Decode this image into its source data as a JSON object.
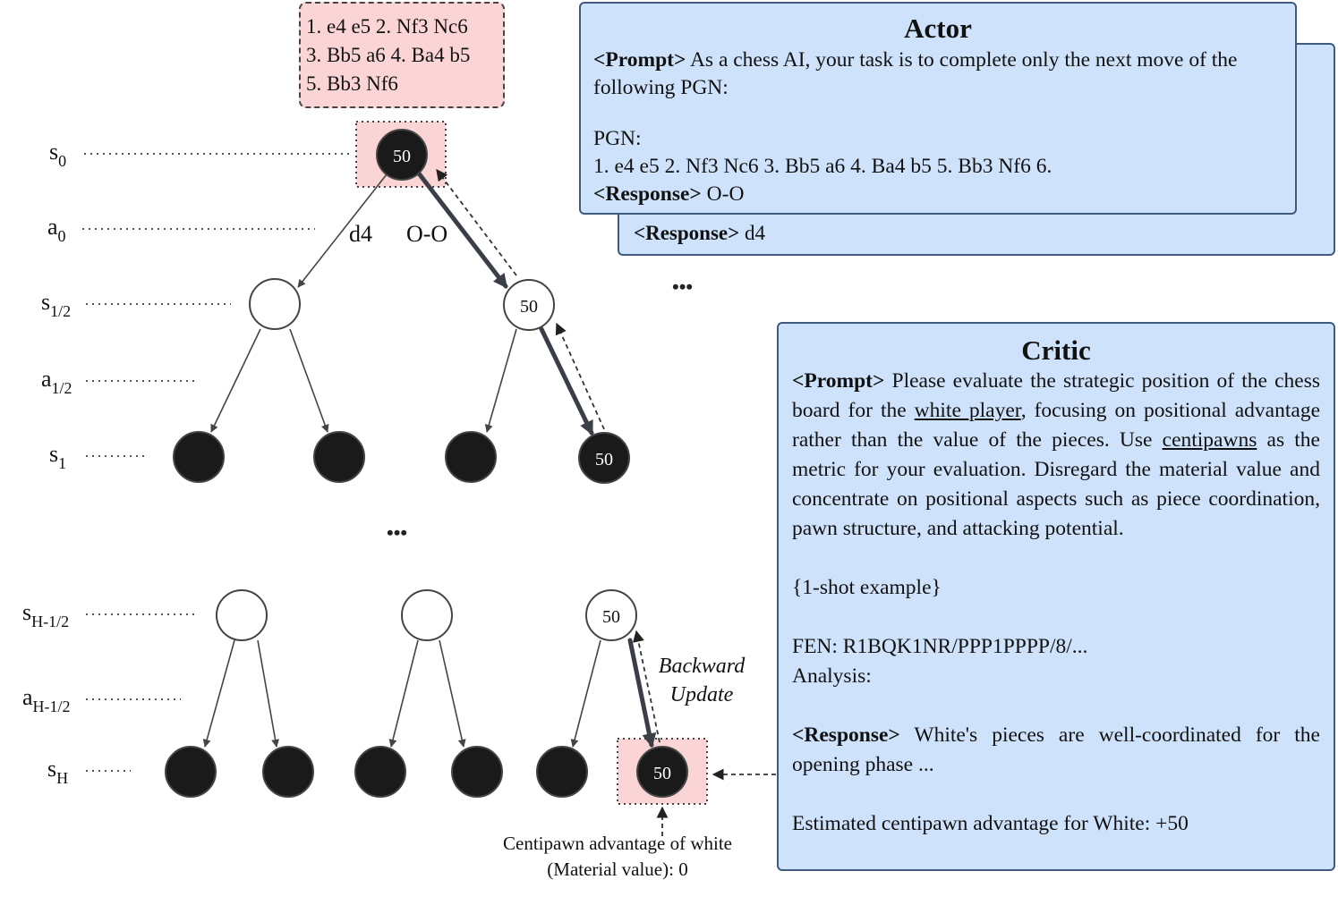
{
  "pgn_box": {
    "lines": [
      "1. e4 e5 2. Nf3 Nc6",
      "3. Bb5 a6 4. Ba4 b5",
      "5. Bb3 Nf6"
    ]
  },
  "tree": {
    "levels": [
      {
        "base": "s",
        "sub": "0"
      },
      {
        "base": "a",
        "sub": "0"
      },
      {
        "base": "s",
        "sub": "1/2"
      },
      {
        "base": "a",
        "sub": "1/2"
      },
      {
        "base": "s",
        "sub": "1"
      },
      {
        "base": "s",
        "sub": "H-1/2"
      },
      {
        "base": "a",
        "sub": "H-1/2"
      },
      {
        "base": "s",
        "sub": "H"
      }
    ],
    "node_value": "50",
    "move_left": "d4",
    "move_right": "O-O",
    "ellipsis": "•••",
    "backward_update_line1": "Backward",
    "backward_update_line2": "Update",
    "centipawn_note_line1": "Centipawn advantage of white",
    "centipawn_note_line2": "(Material value): 0"
  },
  "actor": {
    "title": "Actor",
    "prompt_tag": "<Prompt>",
    "prompt_text": " As a chess AI, your task is to complete only the next move of the following PGN:",
    "pgn_label": "PGN:",
    "pgn_moves": "1. e4 e5 2. Nf3 Nc6 3. Bb5 a6 4. Ba4 b5 5. Bb3 Nf6 6.",
    "response_tag": "<Response>",
    "response_text": " O-O",
    "back_response_tag": "<Response>",
    "back_response_text": " d4",
    "ellipsis": "•••"
  },
  "critic": {
    "title": "Critic",
    "prompt_tag": "<Prompt>",
    "prompt_text_1": " Please evaluate the strategic position of the chess board for the ",
    "prompt_underline_1": "white player",
    "prompt_text_2": ", focusing on positional advantage rather than the value of the pieces. Use ",
    "prompt_underline_2": "centipawns",
    "prompt_text_3": " as the metric for your evaluation. Disregard the material value and concentrate on positional aspects such as piece coordination, pawn structure, and attacking potential.",
    "shot_example": "{1-shot example}",
    "fen": "FEN: R1BQK1NR/PPP1PPPP/8/...",
    "analysis": "Analysis:",
    "response_tag": "<Response>",
    "response_text": " White's pieces are well-coordinated for the opening phase ...",
    "estimate": "Estimated centipawn advantage for White: +50"
  },
  "colors": {
    "highlight_fill": "#fbd5d5",
    "panel_fill": "#cfe2fb",
    "panel_border": "#3f5a7a",
    "dark_node": "#1a1a1a",
    "edge": "#444444"
  }
}
